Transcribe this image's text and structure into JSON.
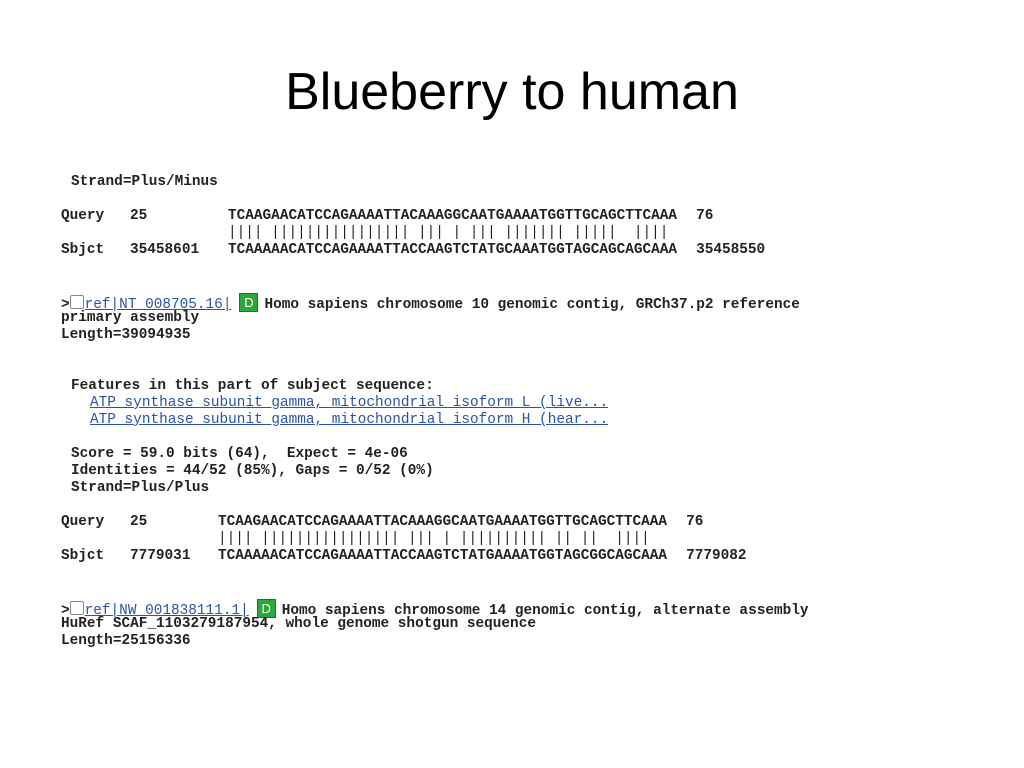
{
  "slide": {
    "title": "Blueberry to human"
  },
  "hit1": {
    "strand_top": "Strand=Plus/Minus",
    "query_label": "Query",
    "query_start": "25",
    "query_seq": "TCAAGAACATCCAGAAAATTACAAAGGCAATGAAAATGGTTGCAGCTTCAAA",
    "query_end": "76",
    "match_line": "|||| |||||||||||||||| ||| | ||| ||||||| |||||  ||||",
    "sbjct_label": "Sbjct",
    "sbjct_start": "35458601",
    "sbjct_seq": "TCAAAAACATCCAGAAAATTACCAAGTCTATGCAAATGGTAGCAGCAGCAAA",
    "sbjct_end": "35458550"
  },
  "hit2": {
    "prefix": ">",
    "ref_link": "ref|NT_008705.16|",
    "badge": "D",
    "desc_line1": "Homo sapiens chromosome 10 genomic contig, GRCh37.p2 reference",
    "desc_line2": "primary assembly",
    "length": "Length=39094935",
    "features_header": "Features in this part of subject sequence:",
    "feature1": "ATP synthase subunit gamma, mitochondrial isoform L (live...",
    "feature2": "ATP synthase subunit gamma, mitochondrial isoform H (hear...",
    "score": "Score = 59.0 bits (64),  Expect = 4e-06",
    "identities": "Identities = 44/52 (85%), Gaps = 0/52 (0%)",
    "strand": "Strand=Plus/Plus",
    "query_label": "Query",
    "query_start": "25",
    "query_seq": "TCAAGAACATCCAGAAAATTACAAAGGCAATGAAAATGGTTGCAGCTTCAAA",
    "query_end": "76",
    "match_line": "|||| |||||||||||||||| ||| | |||||||||| || ||  ||||",
    "sbjct_label": "Sbjct",
    "sbjct_start": "7779031",
    "sbjct_seq": "TCAAAAACATCCAGAAAATTACCAAGTCTATGAAAATGGTAGCGGCAGCAAA",
    "sbjct_end": "7779082"
  },
  "hit3": {
    "prefix": ">",
    "ref_link": "ref|NW_001838111.1|",
    "badge": "D",
    "desc_line1": "Homo sapiens chromosome 14 genomic contig, alternate assembly",
    "desc_line2": "HuRef SCAF_1103279187954, whole genome shotgun sequence",
    "length": "Length=25156336"
  },
  "colors": {
    "link": "#2a54a8",
    "badge": "#2aa839"
  }
}
